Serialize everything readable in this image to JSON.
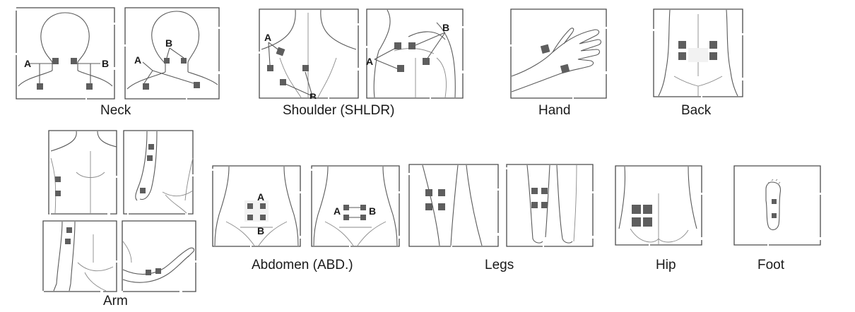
{
  "captions": {
    "neck": "Neck",
    "shoulder": "Shoulder (SHLDR)",
    "hand": "Hand",
    "back": "Back",
    "arm": "Arm",
    "abdomen": "Abdomen (ABD.)",
    "legs": "Legs",
    "hip": "Hip",
    "foot": "Foot"
  },
  "labels": {
    "a": "A",
    "b": "B"
  }
}
